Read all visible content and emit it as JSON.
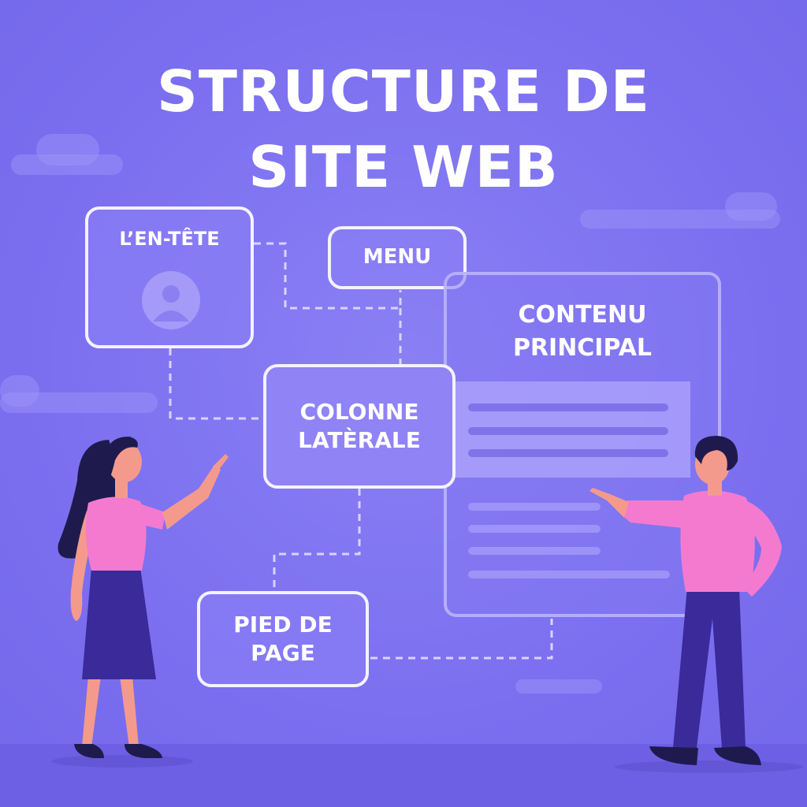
{
  "title": {
    "line1": "STRUCTURE DE",
    "line2": "SITE WEB"
  },
  "boxes": {
    "header": "L’EN-TÊTE",
    "menu": "MENU",
    "sidebar_line1": "COLONNE",
    "sidebar_line2": "LATÈRALE",
    "main_content_line1": "CONTENU",
    "main_content_line2": "PRINCIPAL",
    "footer_line1": "PIED DE",
    "footer_line2": "PAGE"
  },
  "icons": {
    "avatar": "user-avatar-icon"
  },
  "colors": {
    "background": "#7f72ef",
    "box_border": "#f4f2ff",
    "text": "#ffffff",
    "shirt": "#f47ad0",
    "pants": "#3a2a9a",
    "skirt": "#3a2a9a",
    "hair": "#1f1a4d",
    "skin": "#f49a8c"
  }
}
